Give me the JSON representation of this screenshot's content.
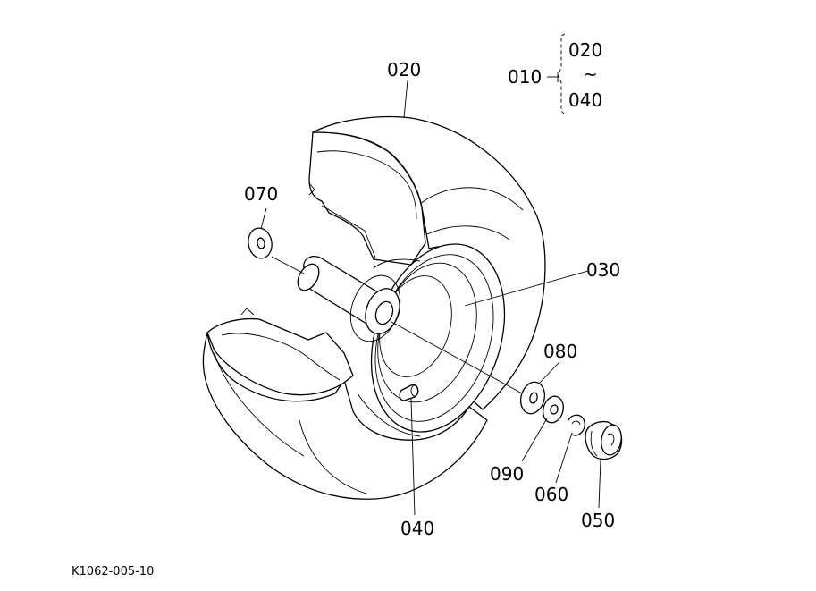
{
  "labels": {
    "p010": "010",
    "p020_top": "020",
    "p020_bracket": "020",
    "tilde": "~",
    "p040_bracket": "040",
    "p030": "030",
    "p040": "040",
    "p050": "050",
    "p060": "060",
    "p070": "070",
    "p080": "080",
    "p090": "090"
  },
  "diagram_code": "K1062-005-10"
}
